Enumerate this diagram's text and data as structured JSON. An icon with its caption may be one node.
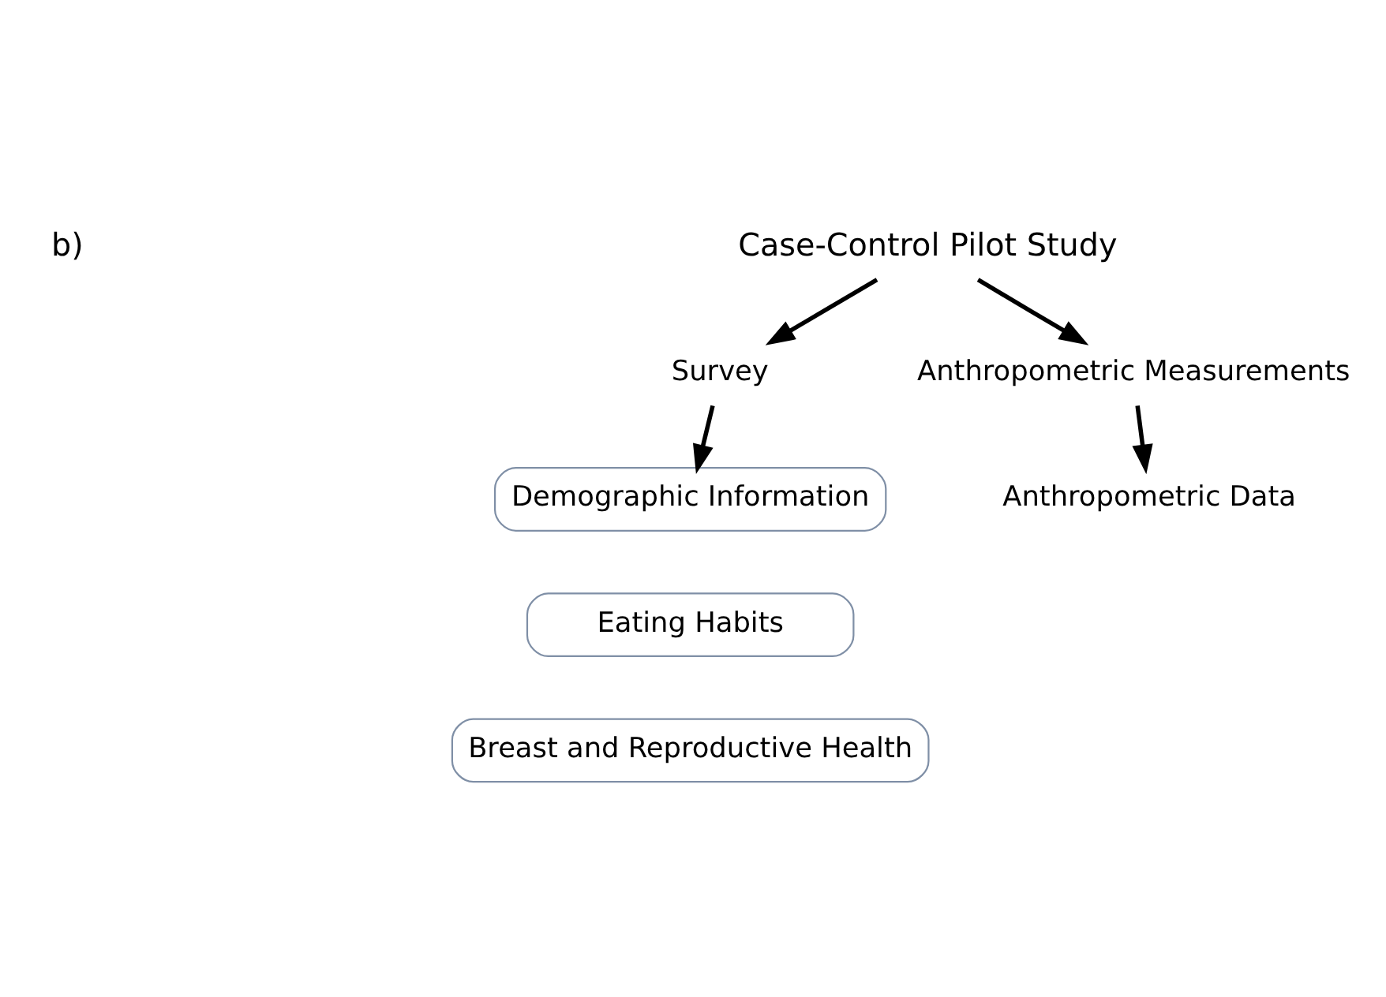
{
  "diagram": {
    "nodes": [
      {
        "text": [
          "Case-Control Pilot Study"
        ]
      },
      {
        "text": [
          "Survey"
        ]
      },
      {
        "text": [
          "Anthropometric Measurements"
        ]
      },
      {
        "text": [
          "Anthropometric Data"
        ]
      },
      {
        "text": [
          "Demographic Information"
        ]
      },
      {
        "text": [
          "Eating Habits"
        ]
      },
      {
        "text": [
          "Breast and Reproductive Health"
        ]
      }
    ],
    "edges": [
      {
        "from": 0,
        "to": 1,
        "arrow": "to"
      },
      {
        "from": 0,
        "to": 2,
        "arrow": "to"
      },
      {
        "from": 1,
        "to": 4,
        "arrow": "to"
      },
      {
        "from": 2,
        "to": 3,
        "arrow": "to"
      }
    ],
    "labels": [
      "b)"
    ]
  }
}
